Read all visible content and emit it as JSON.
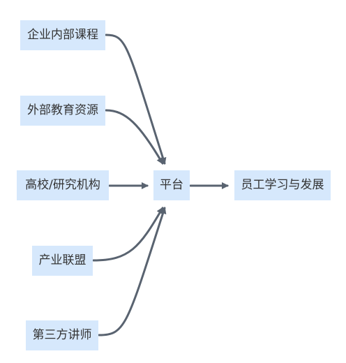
{
  "diagram": {
    "nodes": {
      "internal_courses": "企业内部课程",
      "external_resources": "外部教育资源",
      "universities": "高校/研究机构",
      "industry_alliance": "产业联盟",
      "third_party_lecturers": "第三方讲师",
      "platform": "平台",
      "employee_growth": "员工学习与发展"
    },
    "edges": [
      {
        "from": "internal_courses",
        "to": "platform"
      },
      {
        "from": "external_resources",
        "to": "platform"
      },
      {
        "from": "universities",
        "to": "platform"
      },
      {
        "from": "industry_alliance",
        "to": "platform"
      },
      {
        "from": "third_party_lecturers",
        "to": "platform"
      },
      {
        "from": "platform",
        "to": "employee_growth"
      }
    ],
    "colors": {
      "node_fill": "#d6e8fc",
      "edge": "#596370",
      "text": "#333333"
    }
  }
}
